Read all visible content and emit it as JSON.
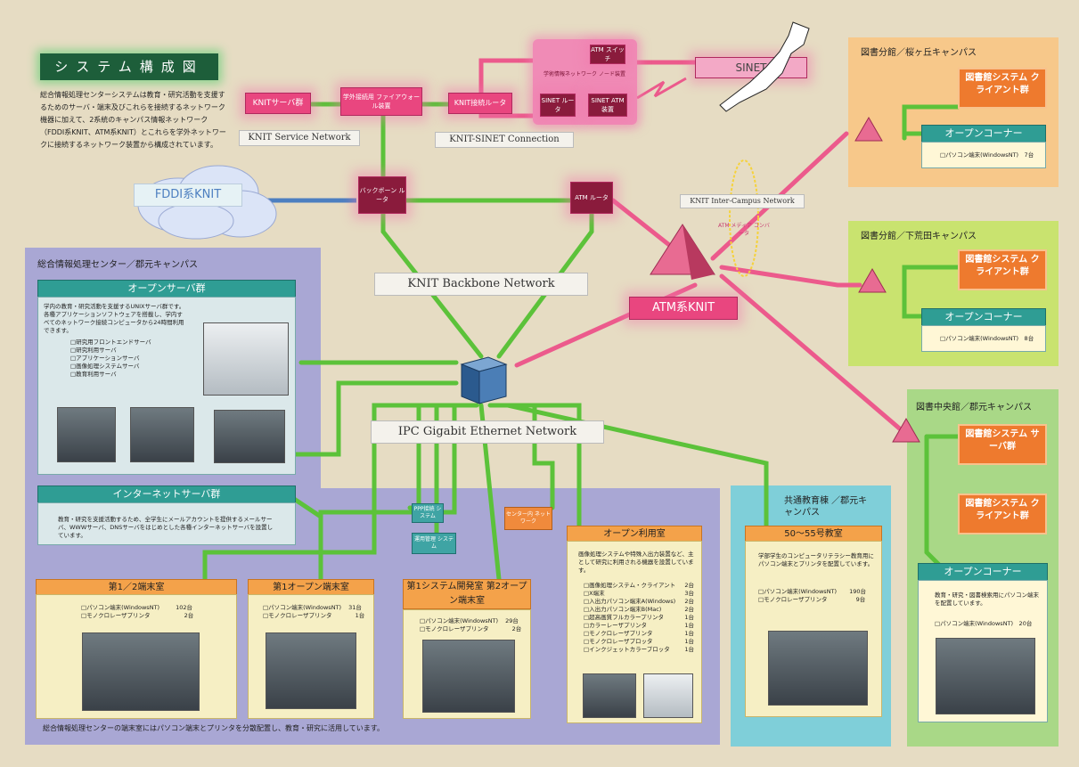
{
  "title": "システム構成図",
  "intro": "総合情報処理センターシステムは教育・研究活動を支援するためのサーバ・端末及びこれらを接続するネットワーク機器に加えて、2系統のキャンパス情報ネットワーク（FDDI系KNIT、ATM系KNIT）とこれらを学外ネットワークに接続するネットワーク装置から構成されています。",
  "networks": {
    "service": "KNIT Service Network",
    "sinet_conn": "KNIT-SINET Connection",
    "backbone": "KNIT Backbone Network",
    "gigabit": "IPC Gigabit Ethernet Network",
    "intercampus": "KNIT Inter-Campus Network",
    "fddi": "FDDI系KNIT",
    "atm": "ATM系KNIT",
    "sinet": "SINET"
  },
  "nodes": {
    "knit_server": "KNITサーバ群",
    "firewall": "学外接続用 ファイアウォール装置",
    "sinet_router": "KNIT接続ルータ",
    "atm_switch": "ATM スイッチ",
    "node_device": "学術情報ネットワーク ノード装置",
    "sinet_router2": "SINET ルータ",
    "sinet_atm": "SINET ATM装置",
    "backbone_router": "バックボーン ルータ",
    "atm_router": "ATM ルータ",
    "atm_media": "ATM メディア コンバータ",
    "ppp": "PPP接続 システム",
    "ops": "運用管理 システム",
    "center_net": "センター内 ネットワーク"
  },
  "center": {
    "region": "総合情報処理センター／郡元キャンパス",
    "open_server": {
      "head": "オープンサーバ群",
      "desc": "学内の教育・研究活動を支援するUNIXサーバ群です。各種アプリケーションソフトウェアを搭載し、学内すべてのネットワーク接続コンピュータから24時間利用できます。",
      "items": [
        "□研究用フロントエンドサーバ",
        "□研究利用サーバ",
        "□アプリケーションサーバ",
        "□画像処理システムサーバ",
        "□教育利用サーバ"
      ]
    },
    "internet_server": {
      "head": "インターネットサーバ群",
      "desc": "教育・研究を支援活動するため、全学生にメールアカウントを提供するメールサーバ、WWWサーバ、DNSサーバをはじめとした各種インターネットサーバを設置しています。"
    },
    "rooms": [
      {
        "head": "第1／2端末室",
        "items": [
          [
            "□パソコン端末(WindowsNT)",
            "102台"
          ],
          [
            "□モノクロレーザプリンタ",
            "2台"
          ]
        ]
      },
      {
        "head": "第1オープン端末室",
        "items": [
          [
            "□パソコン端末(WindowsNT)",
            "31台"
          ],
          [
            "□モノクロレーザプリンタ",
            "1台"
          ]
        ]
      },
      {
        "head": "第1システム開発室 第2オープン端末室",
        "items": [
          [
            "□パソコン端末(WindowsNT)",
            "29台"
          ],
          [
            "□モノクロレーザプリンタ",
            "2台"
          ]
        ]
      }
    ],
    "open_use": {
      "head": "オープン利用室",
      "desc": "画像処理システムや特殊入出力装置など、主として研究に利用される機器を設置しています。",
      "items": [
        [
          "□画像処理システム・クライアント",
          "2台"
        ],
        [
          "□X端末",
          "3台"
        ],
        [
          "□入出力パソコン端末A(Windows)",
          "2台"
        ],
        [
          "□入出力パソコン端末B(Mac)",
          "2台"
        ],
        [
          "□超高画質フルカラープリンタ",
          "1台"
        ],
        [
          "□カラーレーザプリンタ",
          "1台"
        ],
        [
          "□モノクロレーザプリンタ",
          "1台"
        ],
        [
          "□モノクロレーザプロッタ",
          "1台"
        ],
        [
          "□インクジェットカラープロッタ",
          "1台"
        ]
      ]
    },
    "footer": "総合情報処理センターの端末室にはパソコン端末とプリンタを分散配置し、教育・研究に活用しています。"
  },
  "common": {
    "region": "共通教育棟 ／郡元キャンパス",
    "head": "50〜55号教室",
    "desc": "学部学生のコンピュータリテラシー教育用にパソコン端末とプリンタを配置しています。",
    "items": [
      [
        "□パソコン端末(WindowsNT)",
        "190台"
      ],
      [
        "□モノクロレーザプリンタ",
        "9台"
      ]
    ]
  },
  "libs": [
    {
      "region": "図書分館／桜ヶ丘キャンパス",
      "sys": "図書館システム クライアント群",
      "corner": "オープンコーナー",
      "item": "□パソコン端末(WindowsNT)　7台"
    },
    {
      "region": "図書分館／下荒田キャンパス",
      "sys": "図書館システム クライアント群",
      "corner": "オープンコーナー",
      "item": "□パソコン端末(WindowsNT)　8台"
    }
  ],
  "central_lib": {
    "region": "図書中央館／郡元キャンパス",
    "server": "図書館システム サーバ群",
    "client": "図書館システム クライアント群",
    "corner": "オープンコーナー",
    "desc": "教育・研究・図書検索用にパソコン端末を配置しています。",
    "item": "□パソコン端末(WindowsNT)　20台"
  },
  "colors": {
    "green": "#5cc23a",
    "pink": "#e9467f",
    "blue": "#4d7fc0",
    "teal": "#2f9d94"
  }
}
